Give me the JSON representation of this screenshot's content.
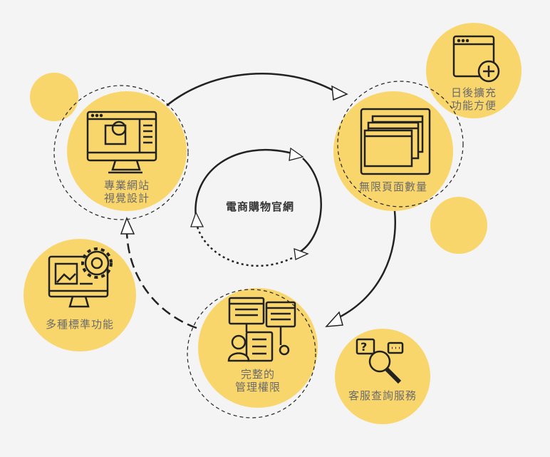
{
  "center": {
    "title": "電商購物官網"
  },
  "nodes": {
    "design": {
      "line1": "專業網站",
      "line2": "視覺設計",
      "icon": "monitor-design-icon"
    },
    "pages": {
      "line1": "無限頁面數量",
      "icon": "stacked-windows-icon"
    },
    "expand": {
      "line1": "日後擴充",
      "line2": "功能方便",
      "icon": "window-add-icon"
    },
    "features": {
      "line1": "多種標準功能",
      "icon": "monitor-gear-icon"
    },
    "admin": {
      "line1": "完整的",
      "line2": "管理權限",
      "icon": "admin-management-icon"
    },
    "support": {
      "line1": "客服查詢服務",
      "icon": "search-support-icon"
    }
  },
  "colors": {
    "circle": "#f9d66c",
    "background": "#f4f4f4",
    "line": "#222222",
    "text": "#6a6a6a"
  }
}
